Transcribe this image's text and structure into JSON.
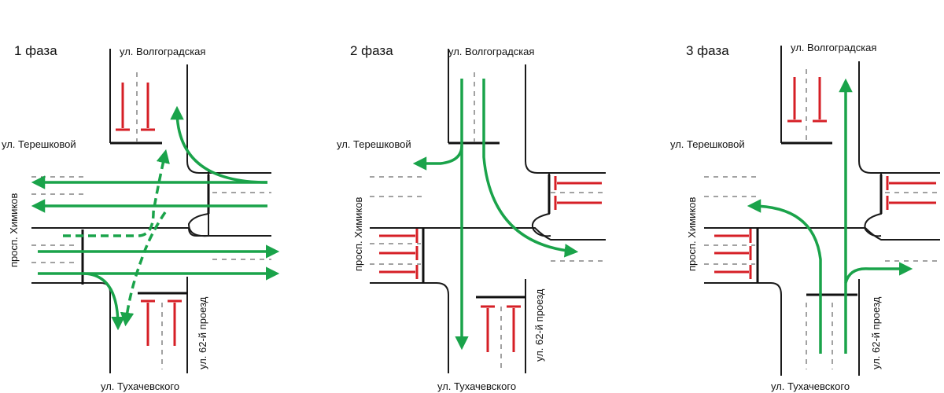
{
  "colors": {
    "road": "#1a1a1a",
    "stop_line": "#111111",
    "lane_dash": "#444444",
    "green_flow": "#1aa34a",
    "red_stop": "#d61f26"
  },
  "streets": {
    "north": "ул. Волгоградская",
    "west": "ул. Терешковой",
    "avenue": "просп. Химиков",
    "south_lane": "ул. 62-й проезд",
    "south": "ул. Тухачевского"
  },
  "phases": [
    {
      "title": "1 фаза"
    },
    {
      "title": "2 фаза"
    },
    {
      "title": "3 фаза"
    }
  ]
}
